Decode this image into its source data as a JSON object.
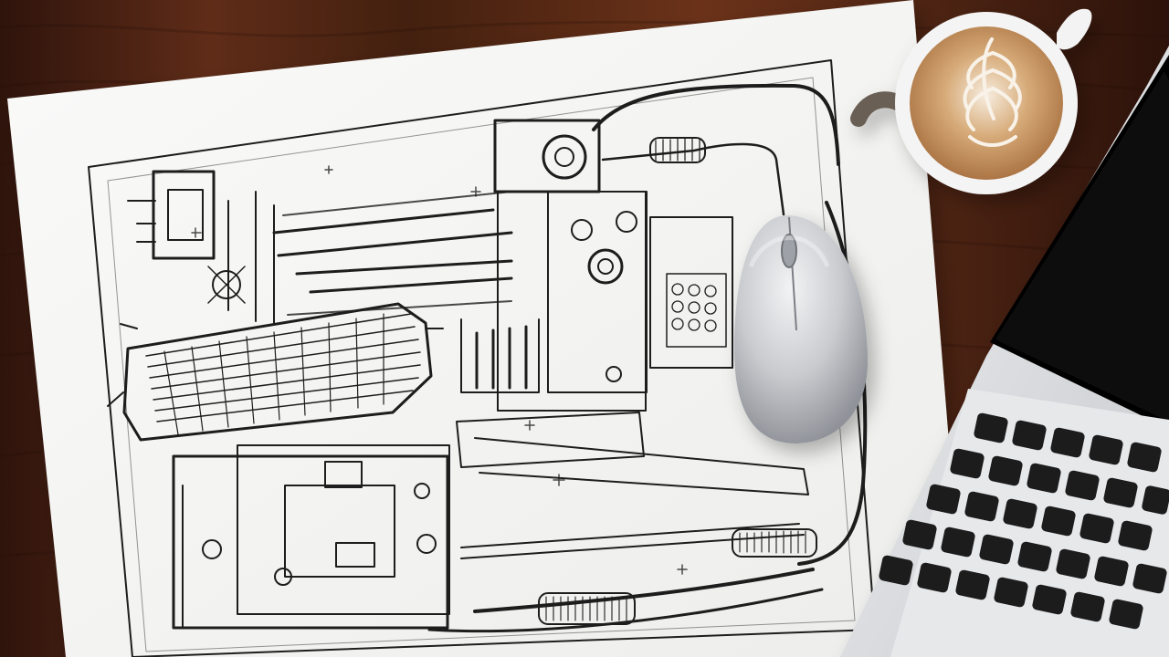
{
  "scene": {
    "objects": [
      "wooden-desk",
      "technical-schematic-sheet",
      "computer-mouse",
      "coffee-cup-with-latte-art",
      "laptop"
    ]
  },
  "colors": {
    "desk_dark": "#3a1c11",
    "desk_mid": "#5a2c18",
    "desk_light": "#7a3d20",
    "paper": "#f7f7f5",
    "ink": "#1d1d1d",
    "mouse_body": "#c9cbce",
    "mouse_shadow": "#8f9296",
    "coffee_foam": "#efe2cf",
    "coffee_brown": "#b47b46",
    "cup_white": "#f3f3f3",
    "laptop_silver": "#d9dbde",
    "laptop_keys": "#1c1c1f",
    "laptop_screen": "#050505"
  }
}
